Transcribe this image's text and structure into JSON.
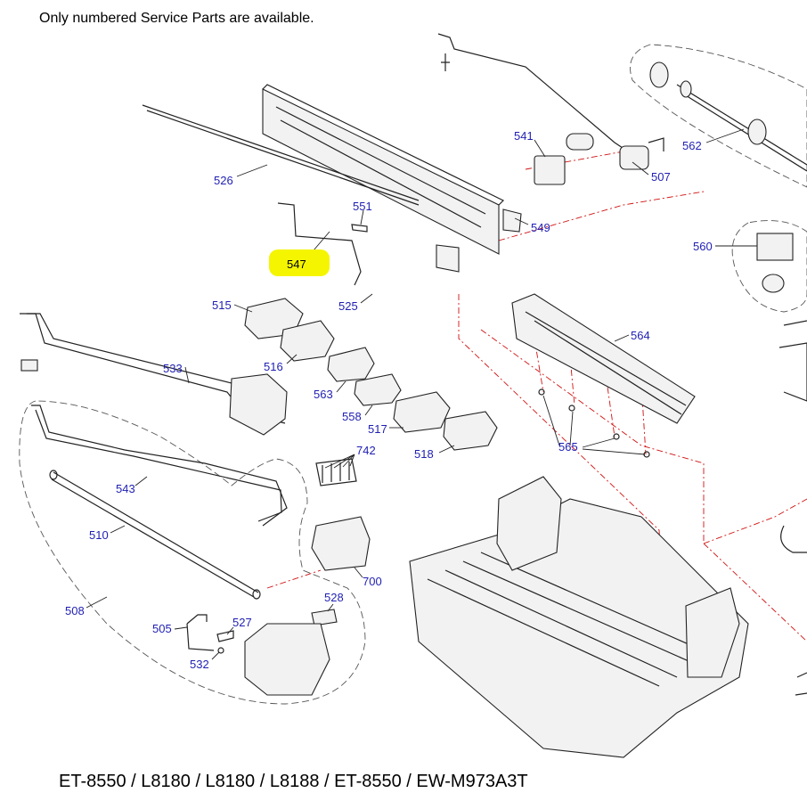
{
  "header": {
    "note": "Only numbered Service Parts are available."
  },
  "footer": {
    "models": "ET-8550 / L8180 / L8180 / L8188 / ET-8550 / EW-M973A3T"
  },
  "highlight_color": "#f5f500",
  "label_color": "#1f1fb4",
  "leader_color": "#d11111",
  "labels": [
    {
      "id": "526",
      "text": "526"
    },
    {
      "id": "551",
      "text": "551"
    },
    {
      "id": "547",
      "text": "547"
    },
    {
      "id": "541",
      "text": "541"
    },
    {
      "id": "507",
      "text": "507"
    },
    {
      "id": "562",
      "text": "562"
    },
    {
      "id": "549",
      "text": "549"
    },
    {
      "id": "560",
      "text": "560"
    },
    {
      "id": "515",
      "text": "515"
    },
    {
      "id": "525",
      "text": "525"
    },
    {
      "id": "516",
      "text": "516"
    },
    {
      "id": "564",
      "text": "564"
    },
    {
      "id": "533",
      "text": "533"
    },
    {
      "id": "563",
      "text": "563"
    },
    {
      "id": "558",
      "text": "558"
    },
    {
      "id": "517",
      "text": "517"
    },
    {
      "id": "518",
      "text": "518"
    },
    {
      "id": "565",
      "text": "565"
    },
    {
      "id": "742",
      "text": "742"
    },
    {
      "id": "543",
      "text": "543"
    },
    {
      "id": "510",
      "text": "510"
    },
    {
      "id": "700",
      "text": "700"
    },
    {
      "id": "528",
      "text": "528"
    },
    {
      "id": "508",
      "text": "508"
    },
    {
      "id": "505",
      "text": "505"
    },
    {
      "id": "527",
      "text": "527"
    },
    {
      "id": "532",
      "text": "532"
    }
  ]
}
